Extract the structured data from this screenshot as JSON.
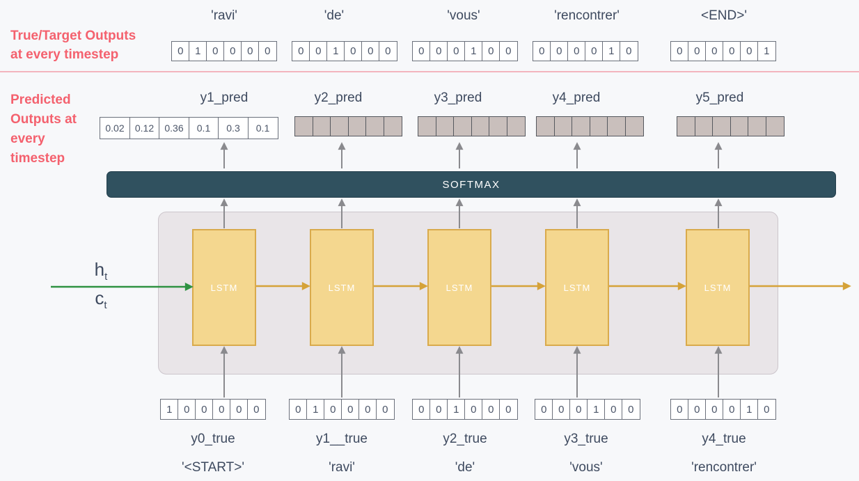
{
  "accents": {
    "pink_label": "#f4616e",
    "pink_divider": "#f3b4bd",
    "slate_text": "#3e4a5f",
    "softmax_bar": "#30515f",
    "lstm_fill": "#f4d78f",
    "lstm_border": "#d9aa4c",
    "container_fill": "#e9e5e8",
    "gray_cell_fill": "#c9bfbc",
    "green_arrow": "#2f9242",
    "yellow_arrow": "#d5a238",
    "gray_arrow": "#8a8a8e"
  },
  "true_outputs": {
    "label_line1": "True/Target Outputs",
    "label_line2": "at every timestep",
    "items": [
      {
        "word": "'ravi'",
        "vector": [
          "0",
          "1",
          "0",
          "0",
          "0",
          "0"
        ]
      },
      {
        "word": "'de'",
        "vector": [
          "0",
          "0",
          "1",
          "0",
          "0",
          "0"
        ]
      },
      {
        "word": "'vous'",
        "vector": [
          "0",
          "0",
          "0",
          "1",
          "0",
          "0"
        ]
      },
      {
        "word": "'rencontrer'",
        "vector": [
          "0",
          "0",
          "0",
          "0",
          "1",
          "0"
        ]
      },
      {
        "word": "<END>'",
        "vector": [
          "0",
          "0",
          "0",
          "0",
          "0",
          "1"
        ]
      }
    ]
  },
  "predicted_outputs": {
    "label_line1": "Predicted",
    "label_line2": "Outputs at",
    "label_line3": "every",
    "label_line4": "timestep",
    "items": [
      {
        "name": "y1_pred",
        "values": [
          "0.02",
          "0.12",
          "0.36",
          "0.1",
          "0.3",
          "0.1"
        ]
      },
      {
        "name": "y2_pred",
        "values": [
          "",
          "",
          "",
          "",
          "",
          ""
        ]
      },
      {
        "name": "y3_pred",
        "values": [
          "",
          "",
          "",
          "",
          "",
          ""
        ]
      },
      {
        "name": "y4_pred",
        "values": [
          "",
          "",
          "",
          "",
          "",
          ""
        ]
      },
      {
        "name": "y5_pred",
        "values": [
          "",
          "",
          "",
          "",
          "",
          ""
        ]
      }
    ]
  },
  "softmax": {
    "label": "SOFTMAX"
  },
  "decoder": {
    "cell_label_1": "LSTM",
    "cell_label_2": "LSTM",
    "cell_label_3": "LSTM",
    "cell_label_4": "LSTM",
    "cell_label_5": "LSTM",
    "state_h_base": "h",
    "state_h_sub": "t",
    "state_c_base": "c",
    "state_c_sub": "t"
  },
  "true_inputs": {
    "items": [
      {
        "name": "y0_true",
        "word": "'<START>'",
        "vector": [
          "1",
          "0",
          "0",
          "0",
          "0",
          "0"
        ]
      },
      {
        "name": "y1__true",
        "word": "'ravi'",
        "vector": [
          "0",
          "1",
          "0",
          "0",
          "0",
          "0"
        ]
      },
      {
        "name": "y2_true",
        "word": "'de'",
        "vector": [
          "0",
          "0",
          "1",
          "0",
          "0",
          "0"
        ]
      },
      {
        "name": "y3_true",
        "word": "'vous'",
        "vector": [
          "0",
          "0",
          "0",
          "1",
          "0",
          "0"
        ]
      },
      {
        "name": "y4_true",
        "word": "'rencontrer'",
        "vector": [
          "0",
          "0",
          "0",
          "0",
          "1",
          "0"
        ]
      }
    ]
  }
}
